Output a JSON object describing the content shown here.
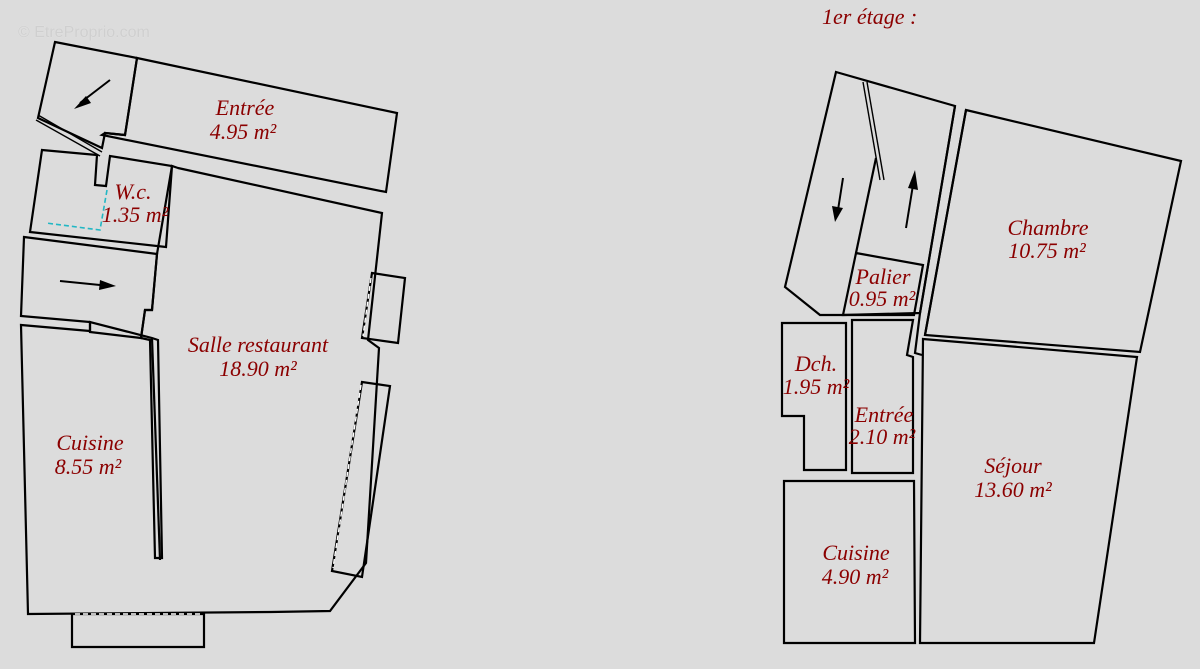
{
  "watermark": "© EtreProprio.com",
  "colors": {
    "background": "#dcdcdc",
    "label": "#8b0000",
    "wall": "#000000",
    "accent": "#22b7c4"
  },
  "ground_floor": {
    "rooms": [
      {
        "name": "Entrée",
        "area": "4.95 m²"
      },
      {
        "name": "W.c.",
        "area": "1.35 m²"
      },
      {
        "name": "Salle restaurant",
        "area": "18.90 m²"
      },
      {
        "name": "Cuisine",
        "area": "8.55 m²"
      }
    ]
  },
  "first_floor": {
    "title": "1er étage :",
    "rooms": [
      {
        "name": "Chambre",
        "area": "10.75 m²"
      },
      {
        "name": "Palier",
        "area": "0.95 m²"
      },
      {
        "name": "Dch.",
        "area": "1.95 m²"
      },
      {
        "name": "Entrée",
        "area": "2.10 m²"
      },
      {
        "name": "Séjour",
        "area": "13.60 m²"
      },
      {
        "name": "Cuisine",
        "area": "4.90 m²"
      }
    ]
  }
}
